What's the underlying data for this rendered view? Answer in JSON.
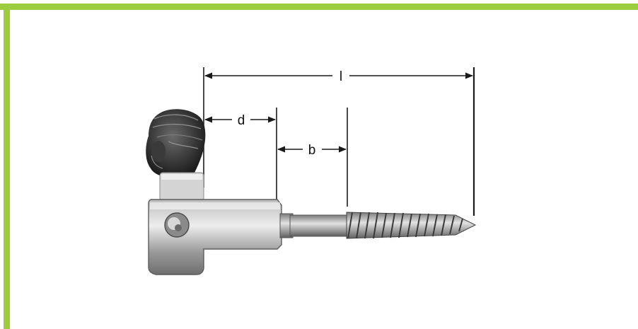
{
  "colors": {
    "frame": "#9ccd3f",
    "line": "#1a1a1a",
    "metal_light": "#e0e0e0",
    "metal_mid": "#a8a8a8",
    "metal_dark": "#5a5a5a",
    "head_dark": "#222222"
  },
  "dimensions": {
    "overall_length": "l",
    "head_depth": "d",
    "shank_length": "b"
  },
  "icons": {
    "part": "hanger-bolt-with-figure-head-icon"
  }
}
